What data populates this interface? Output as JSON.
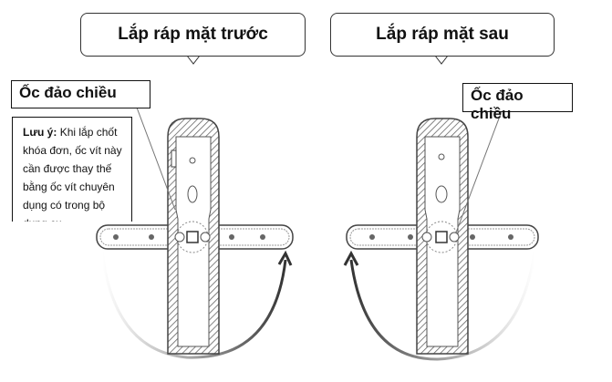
{
  "callouts": {
    "front": "Lắp ráp mặt trước",
    "back": "Lắp ráp mặt sau"
  },
  "labels": {
    "left_screw": "Ốc đảo chiều",
    "right_screw": "Ốc đảo chiều"
  },
  "note": {
    "title": "Lưu ý:",
    "text": " Khi lắp chốt khóa đơn, ốc vít này cần được thay thế bằng ốc vít chuyên dụng có trong bộ dụng cụ"
  }
}
